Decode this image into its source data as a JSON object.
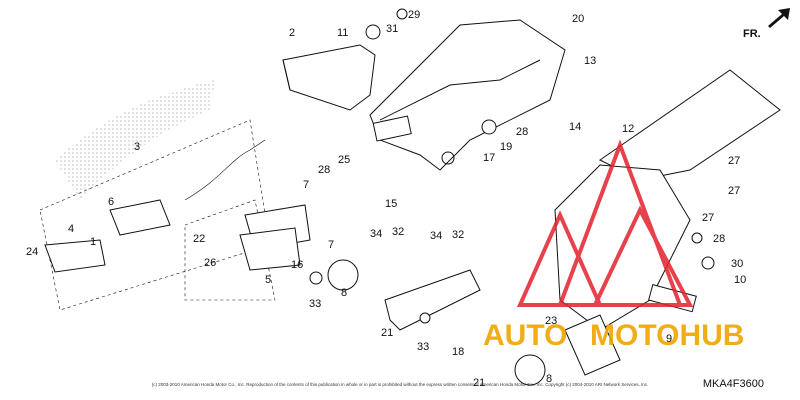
{
  "diagram": {
    "direction_label": "FR.",
    "part_code": "MKA4F3600",
    "watermark": {
      "text_left": "AUTO",
      "text_right": "MOTOHUB",
      "accent_color": "#e3202c",
      "text_color": "#f0a500"
    },
    "copyright": "(c) 2003-2010 American Honda Motor Co., Inc. Reproduction of the contents of this publication in whole or in part is prohibited without the express written consent of American Honda Motor Co., Inc. Copyright (c) 2004-2010 ARI Network Services, Inc.",
    "callouts": [
      "2",
      "11",
      "29",
      "31",
      "20",
      "13",
      "3",
      "6",
      "4",
      "1",
      "24",
      "22",
      "26",
      "7",
      "28",
      "25",
      "15",
      "16",
      "5",
      "17",
      "19",
      "28",
      "14",
      "12",
      "27",
      "27",
      "33",
      "8",
      "34",
      "32",
      "34",
      "32",
      "21",
      "33",
      "18",
      "21",
      "23",
      "9",
      "27",
      "28",
      "30",
      "10",
      "7",
      "8"
    ]
  }
}
